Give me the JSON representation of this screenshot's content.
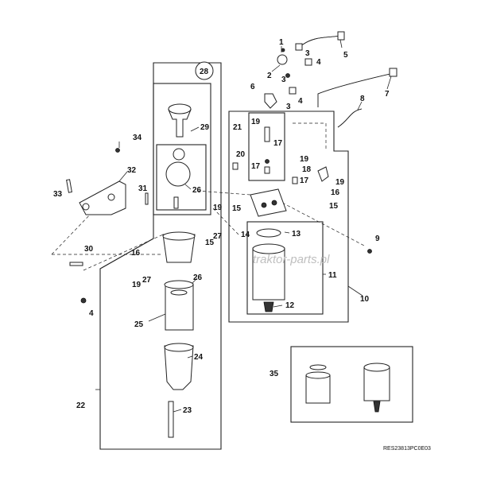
{
  "callouts": {
    "n1": "1",
    "n2": "2",
    "n3a": "3",
    "n3b": "3",
    "n3c": "3",
    "n4a": "4",
    "n4b": "4",
    "n4c": "4",
    "n5": "5",
    "n6": "6",
    "n7": "7",
    "n8": "8",
    "n9": "9",
    "n10": "10",
    "n11": "11",
    "n12": "12",
    "n13": "13",
    "n14": "14",
    "n15a": "15",
    "n15b": "15",
    "n15c": "15",
    "n16a": "16",
    "n16b": "16",
    "n17a": "17",
    "n17b": "17",
    "n17c": "17",
    "n18": "18",
    "n19a": "19",
    "n19b": "19",
    "n19c": "19",
    "n19d": "19",
    "n20": "20",
    "n21": "21",
    "n22": "22",
    "n23": "23",
    "n24": "24",
    "n25": "25",
    "n26a": "26",
    "n26b": "26",
    "n27a": "27",
    "n27b": "27",
    "n28": "28",
    "n29": "29",
    "n30": "30",
    "n31": "31",
    "n32": "32",
    "n33": "33",
    "n34": "34",
    "n35": "35"
  },
  "figure_code": "RES23813PC0E03",
  "watermark": "traktor-parts.pl"
}
